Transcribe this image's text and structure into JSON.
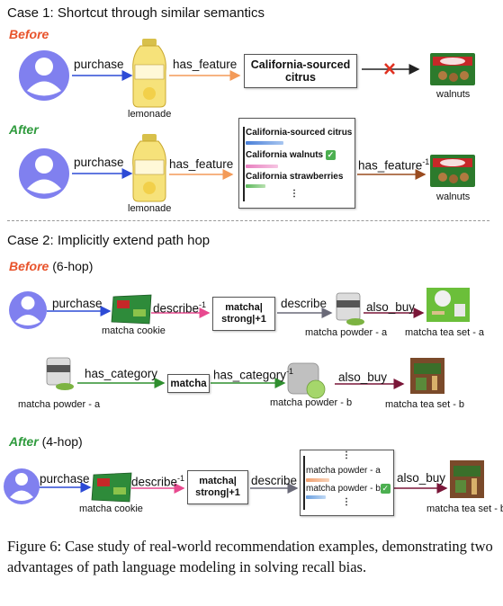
{
  "case1": {
    "title": "Case 1: Shortcut through similar semantics",
    "before_tag": "Before",
    "after_tag": "After",
    "before": {
      "rel_purchase": "purchase",
      "item": "lemonade",
      "rel_feature": "has_feature",
      "feature_box": "California-sourced citrus",
      "target": "walnuts"
    },
    "after": {
      "rel_purchase": "purchase",
      "item": "lemonade",
      "rel_feature": "has_feature",
      "list": [
        "California-sourced citrus",
        "California walnuts",
        "California strawberries",
        "⋮"
      ],
      "rel_inverse": "has_feature",
      "inverse_sup": "-1",
      "target": "walnuts"
    }
  },
  "case2": {
    "title": "Case 2: Implicitly extend path hop",
    "before_tag": "Before",
    "before_note": "(6-hop)",
    "after_tag": "After",
    "after_note": "(4-hop)",
    "before_row1": {
      "rel_purchase": "purchase",
      "item1": "matcha cookie",
      "rel_describe_inv": "describe",
      "inv_sup": "-1",
      "box": "matcha| strong|+1",
      "rel_describe": "describe",
      "item2": "matcha powder - a",
      "rel_also": "also_buy",
      "item3": "matcha tea set - a"
    },
    "before_row2": {
      "item1": "matcha powder - a",
      "rel_cat": "has_category",
      "box": "matcha",
      "rel_cat_inv": "has_category",
      "inv_sup": "-1",
      "item2": "matcha powder - b",
      "rel_also": "also_buy",
      "item3": "matcha tea set - b"
    },
    "after": {
      "rel_purchase": "purchase",
      "item1": "matcha cookie",
      "rel_describe_inv": "describe",
      "inv_sup": "-1",
      "box": "matcha| strong|+1",
      "rel_describe": "describe",
      "list": [
        "⋮",
        "matcha powder - a",
        "matcha powder - b",
        "⋮"
      ],
      "rel_also": "also_buy",
      "item3": "matcha tea set - b"
    }
  },
  "caption": "Figure 6: Case study of real-world recommendation examples, demonstrating two advantages of path language modeling in solving recall bias.",
  "colors": {
    "user": "#8080ef",
    "purchase": "#2d4bd6",
    "feature": "#f39a58",
    "inverse": "#9a4b1f",
    "describe_inv": "#e8498f",
    "describe": "#6a6a78",
    "also_buy": "#7a1638",
    "category": "#2f8f2f",
    "cut": "#e03020"
  },
  "icons": [
    "user-avatar-icon",
    "lemonade-bottle-icon",
    "walnuts-bag-icon",
    "matcha-cookie-icon",
    "matcha-powder-icon",
    "matcha-tea-set-icon",
    "check-icon",
    "cross-icon"
  ]
}
